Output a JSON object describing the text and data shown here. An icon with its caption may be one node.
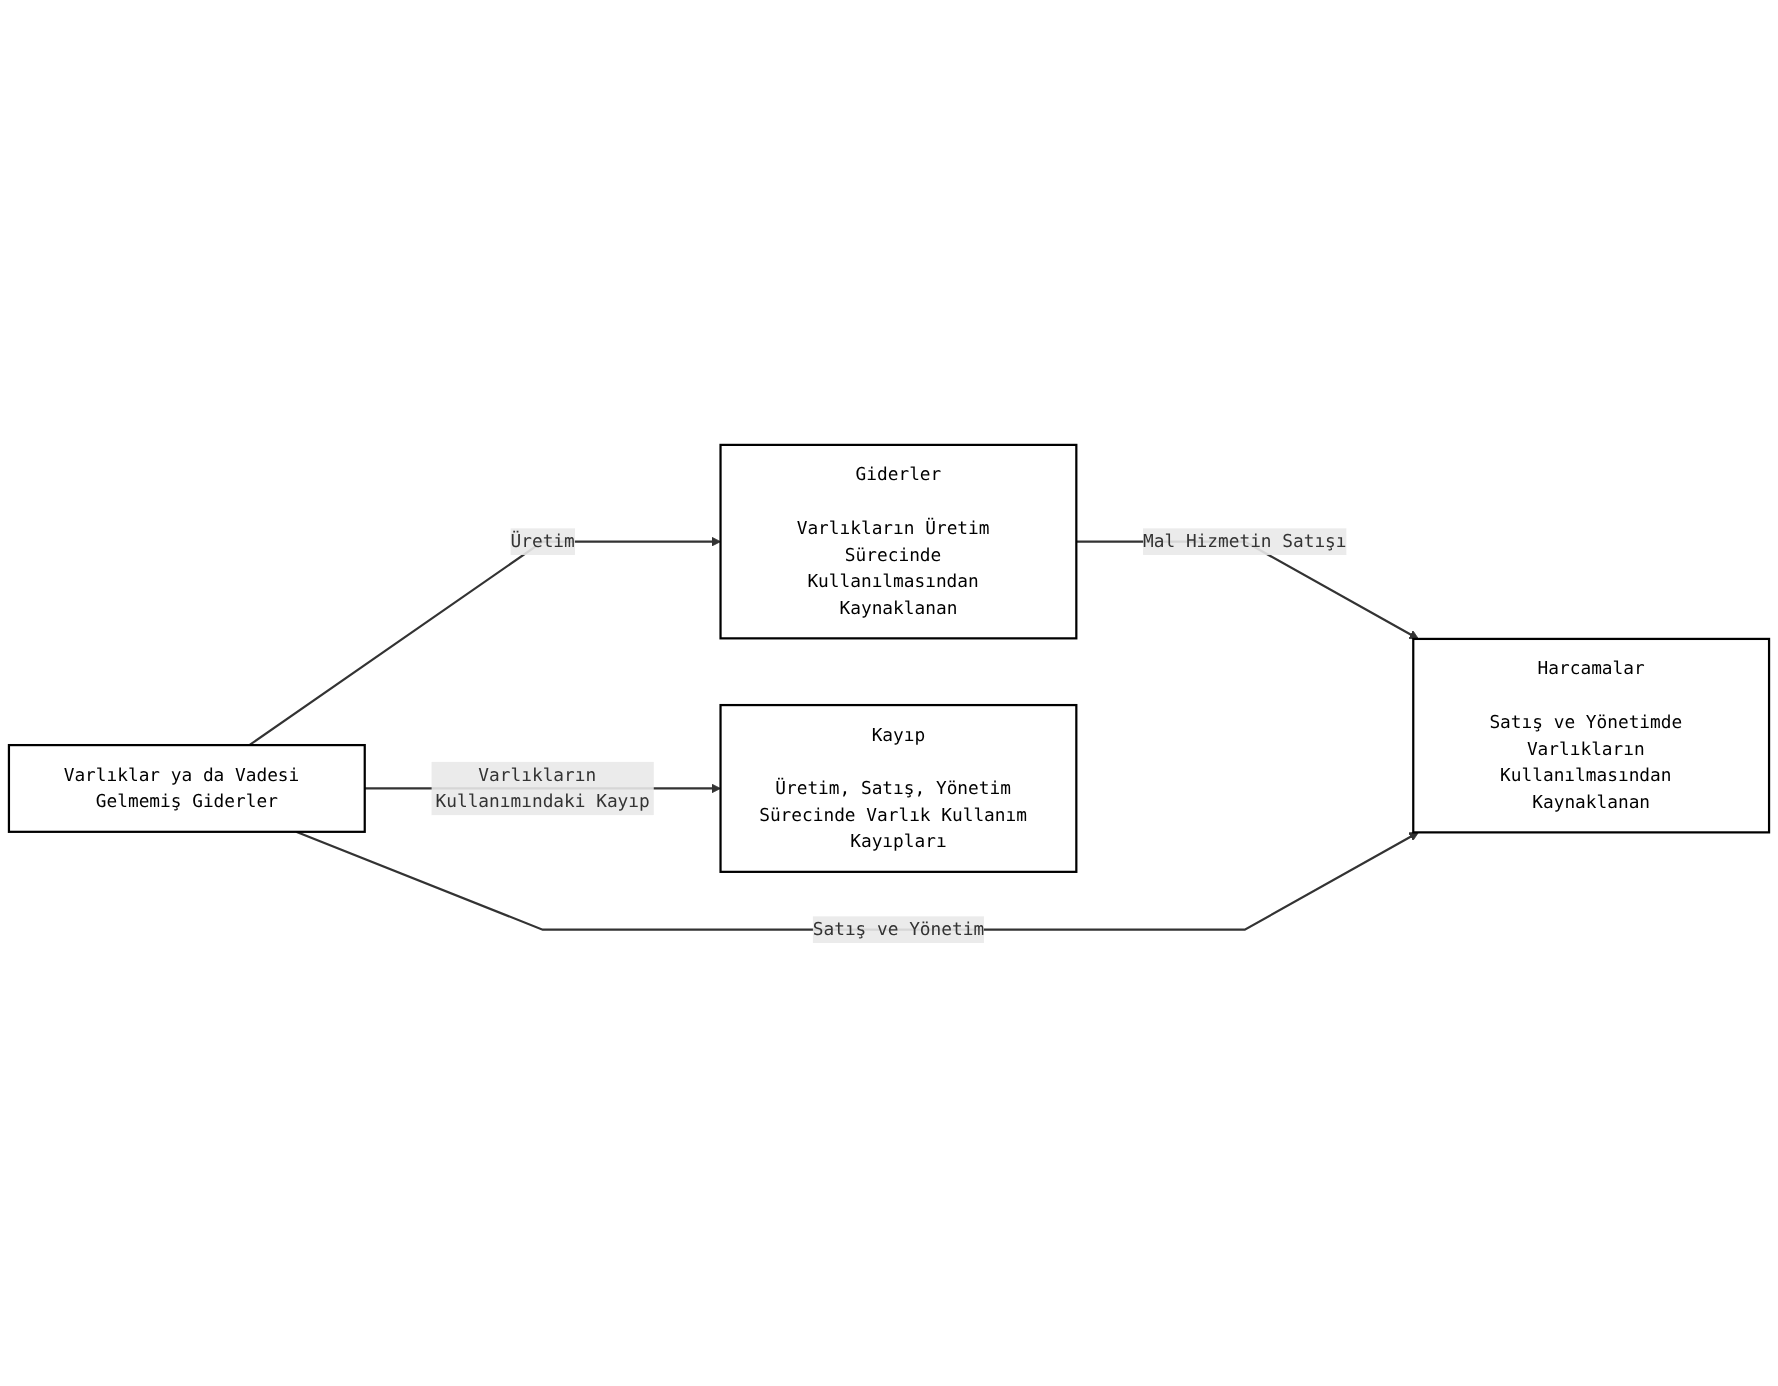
{
  "diagram": {
    "nodes": [
      {
        "text": [
          "Varlıklar ya da Vadesi Gelmemiş Giderler"
        ]
      },
      {
        "text": [
          "Giderler",
          "Varlıkların Üretim Sürecinde Kullanılmasından Kaynaklanan"
        ]
      },
      {
        "text": [
          "Harcamalar",
          "Satış ve Yönetimde Varlıkların Kullanılmasından Kaynaklanan"
        ]
      },
      {
        "text": [
          "Kayıp",
          "Üretim, Satış, Yönetim Sürecinde Varlık Kullanım Kayıpları"
        ]
      }
    ],
    "edges": [
      {
        "from": 0,
        "to": 1,
        "arrow": "to",
        "label": "Üretim"
      },
      {
        "from": 1,
        "to": 2,
        "arrow": "to",
        "label": "Mal Hizmetin Satışı"
      },
      {
        "from": 0,
        "to": 2,
        "arrow": "to",
        "label": "Satış ve Yönetim"
      },
      {
        "from": 0,
        "to": 3,
        "arrow": "to",
        "label": "Varlıkların Kullanımındaki Kayıp"
      }
    ]
  }
}
